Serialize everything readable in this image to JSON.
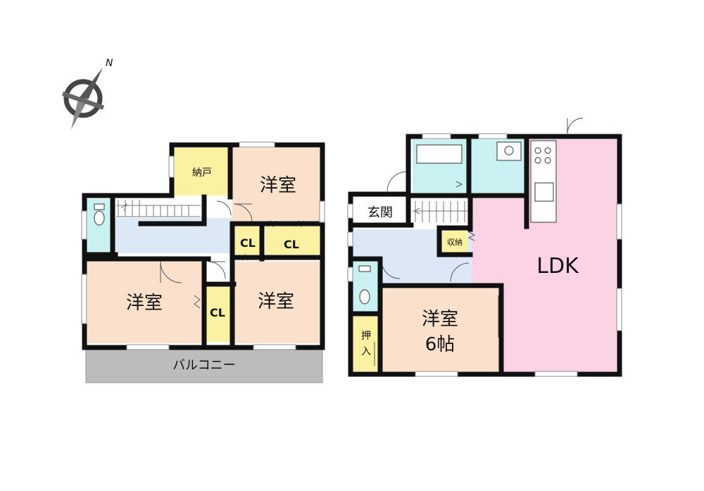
{
  "compass": {
    "north_label": "N"
  },
  "second_floor": {
    "storage": "納戸",
    "bedroom_top": "洋室",
    "bedroom_left": "洋室",
    "bedroom_right": "洋室",
    "closet_1": "CL",
    "closet_2": "CL",
    "closet_3": "CL",
    "balcony": "バルコニー"
  },
  "first_floor": {
    "entrance": "玄関",
    "storage": "収納",
    "ldk": "LDK",
    "bedroom_name": "洋室",
    "bedroom_size": "6帖",
    "oshiire_1": "押",
    "oshiire_2": "入"
  },
  "colors": {
    "wall": "#111111",
    "bedroom": "#fbe1cc",
    "ldk": "#fbd3e4",
    "closet": "#fbf2a1",
    "wet_area": "#c9f1f1",
    "hall": "#dde8f7",
    "balcony": "#bcbcbc"
  }
}
